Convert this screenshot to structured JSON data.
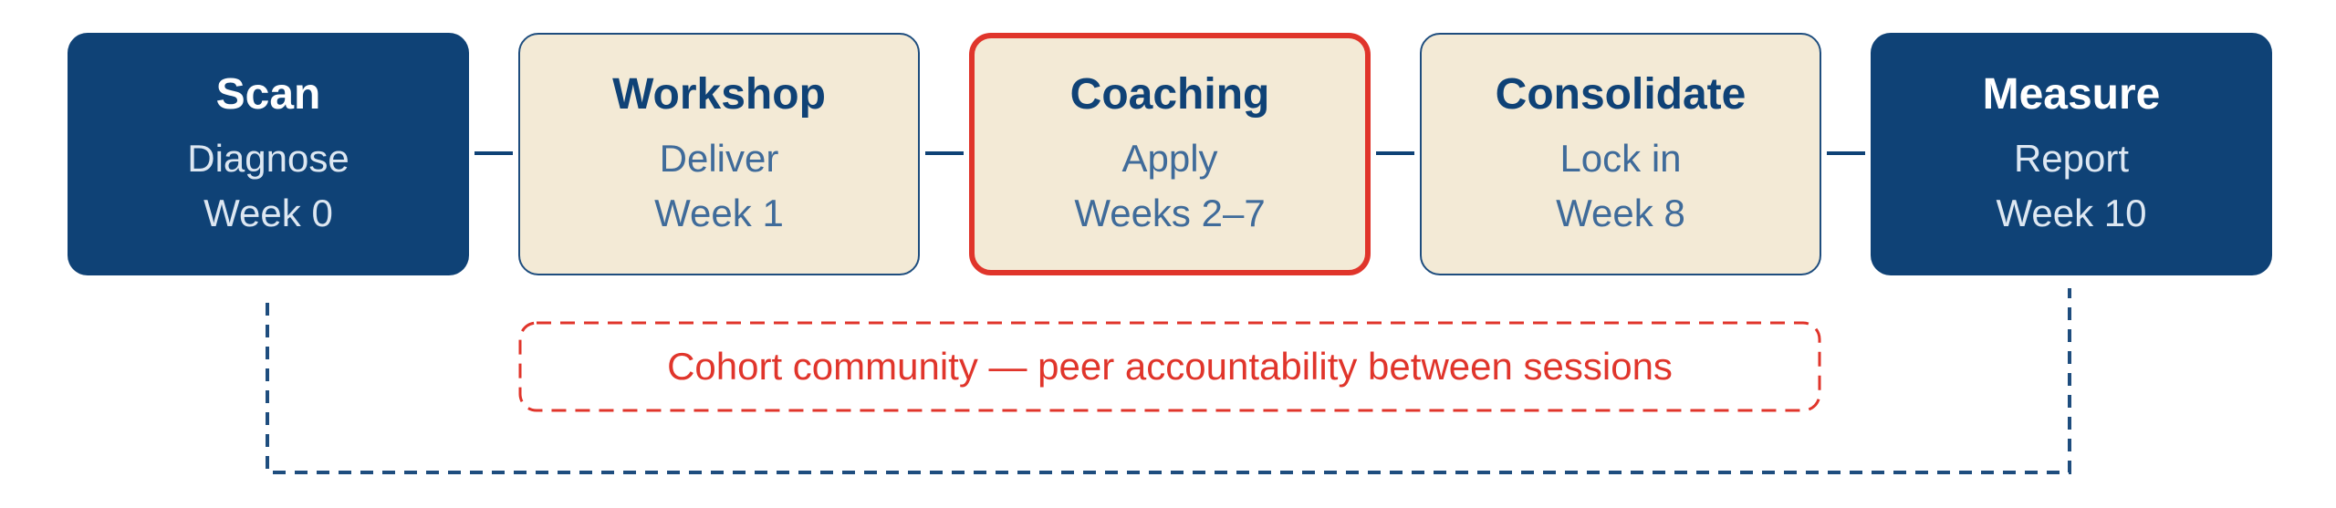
{
  "diagram": {
    "stages": [
      {
        "title": "Scan",
        "activity": "Diagnose",
        "timing": "Week 0"
      },
      {
        "title": "Workshop",
        "activity": "Deliver",
        "timing": "Week 1"
      },
      {
        "title": "Coaching",
        "activity": "Apply",
        "timing": "Weeks 2–7"
      },
      {
        "title": "Consolidate",
        "activity": "Lock in",
        "timing": "Week 8"
      },
      {
        "title": "Measure",
        "activity": "Report",
        "timing": "Week 10"
      }
    ],
    "community_label": "Cohort community — peer accountability between sessions"
  },
  "colors": {
    "navy": "#0f4276",
    "cream": "#f3ead6",
    "highlight_red": "#e0352b",
    "muted_blue": "#3f6b9a"
  }
}
